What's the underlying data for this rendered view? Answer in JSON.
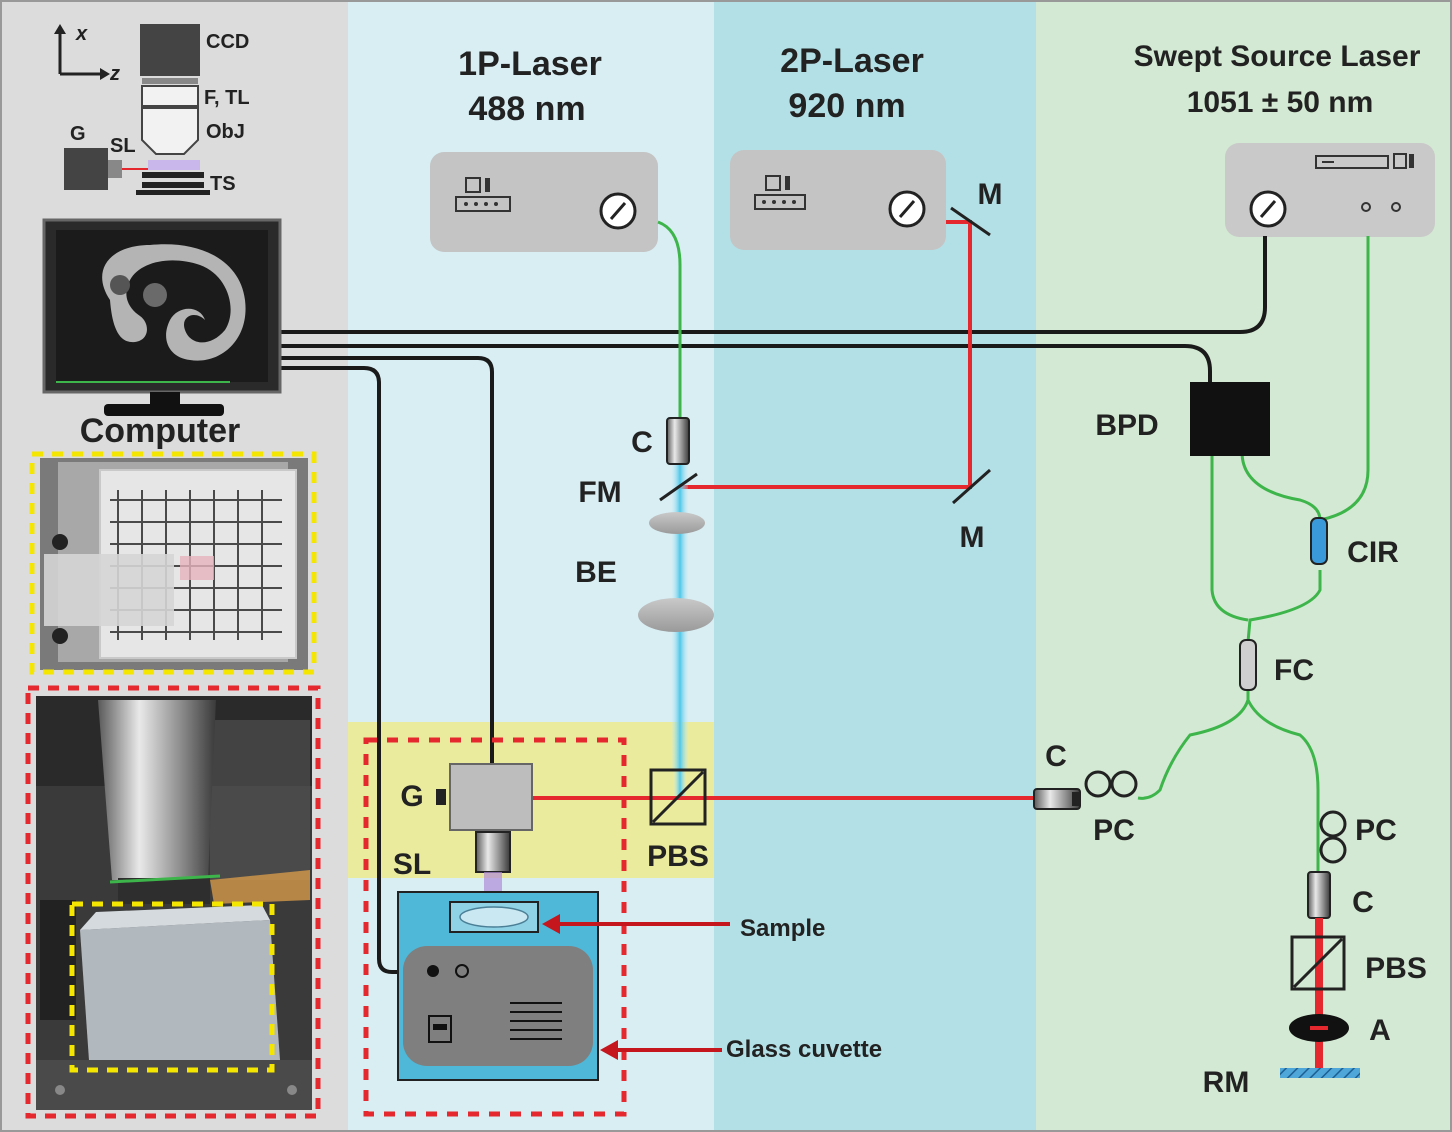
{
  "panels": {
    "one_p": {
      "title_line1": "1P-Laser",
      "title_line2": "488 nm"
    },
    "two_p": {
      "title_line1": "2P-Laser",
      "title_line2": "920 nm"
    },
    "swept": {
      "title_line1": "Swept Source Laser",
      "title_line2": "1051 ± 50 nm"
    }
  },
  "inset": {
    "axis_x": "x",
    "axis_z": "z",
    "ccd": "CCD",
    "f_tl": "F, TL",
    "obj": "ObJ",
    "g": "G",
    "sl": "SL",
    "ts": "TS"
  },
  "computer": {
    "label": "Computer"
  },
  "labels": {
    "c_top": "C",
    "fm": "FM",
    "be": "BE",
    "m_top": "M",
    "m_bottom": "M",
    "g": "G",
    "sl": "SL",
    "pbs_center": "PBS",
    "sample": "Sample",
    "glass_cuvette": "Glass cuvette",
    "bpd": "BPD",
    "cir": "CIR",
    "fc": "FC",
    "c_right": "C",
    "pc_left": "PC",
    "pc_right": "PC",
    "c_ref": "C",
    "pbs_ref": "PBS",
    "a": "A",
    "rm": "RM"
  },
  "colors": {
    "panel_left": "#dcdcdc",
    "panel_1p": "#d8eef3",
    "panel_2p": "#b3e0e6",
    "panel_swept": "#d3e9d3",
    "scan_zone": "#eaeb9c",
    "laser_red": "#e4282e",
    "fiber_green": "#3db54a",
    "beam_blue": "#4fc7e8",
    "cable": "#1a1a1a",
    "dash_yellow": "#f4e600",
    "dash_red": "#e4282e"
  }
}
